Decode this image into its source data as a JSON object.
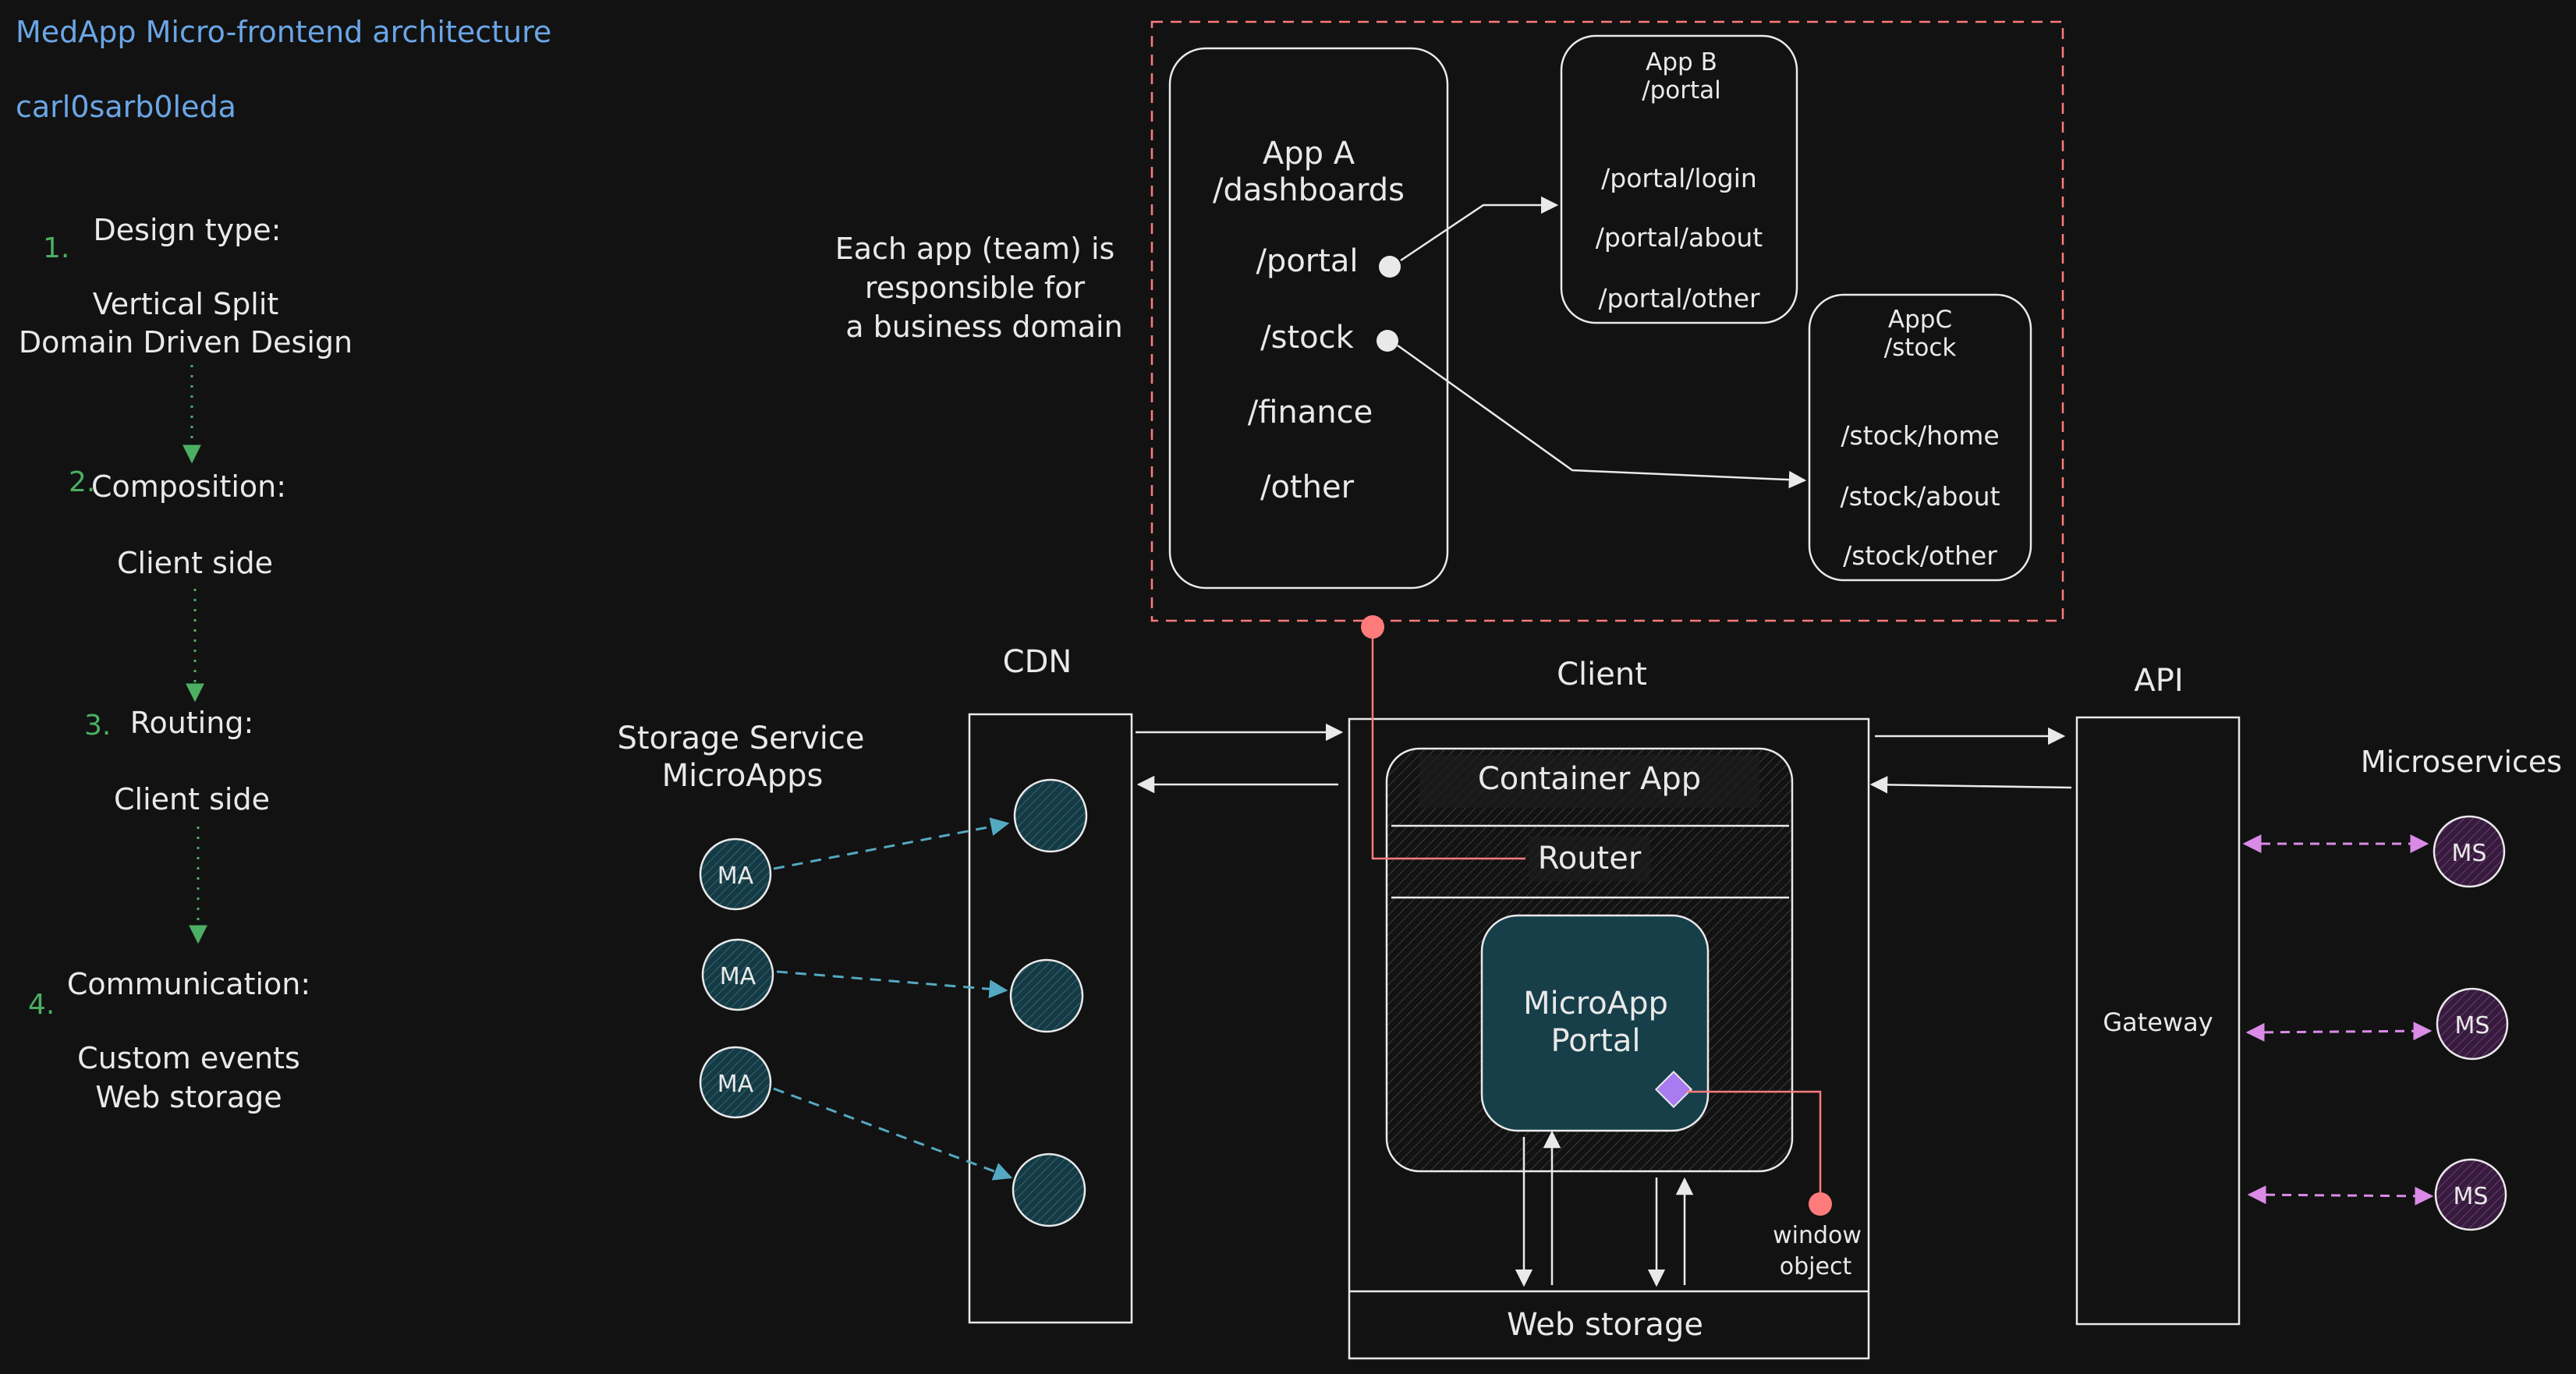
{
  "header": {
    "title": "MedApp Micro-frontend architecture",
    "author": "carl0sarb0leda"
  },
  "steps": [
    {
      "number": "1.",
      "title": "Design type:",
      "lines": [
        "Vertical Split",
        "Domain Driven Design"
      ]
    },
    {
      "number": "2.",
      "title": "Composition:",
      "lines": [
        "Client side"
      ]
    },
    {
      "number": "3.",
      "title": "Routing:",
      "lines": [
        "Client side"
      ]
    },
    {
      "number": "4.",
      "title": "Communication:",
      "lines": [
        "Custom events",
        "Web storage"
      ]
    }
  ],
  "domains": {
    "note": [
      "Each app (team) is",
      "responsible for",
      "a business domain"
    ],
    "app_a": {
      "title": [
        "App A",
        "/dashboards"
      ],
      "routes": [
        "/portal",
        "/stock",
        "/finance",
        "/other"
      ]
    },
    "app_b": {
      "title": [
        "App B",
        "/portal"
      ],
      "routes": [
        "/portal/login",
        "/portal/about",
        "/portal/other"
      ]
    },
    "app_c": {
      "title": [
        "AppC",
        "/stock"
      ],
      "routes": [
        "/stock/home",
        "/stock/about",
        "/stock/other"
      ]
    }
  },
  "storage": {
    "label": [
      "Storage Service",
      "MicroApps"
    ],
    "node_label": "MA"
  },
  "cdn": {
    "label": "CDN"
  },
  "client": {
    "label": "Client",
    "container_label": "Container App",
    "router_label": "Router",
    "microapp_label": [
      "MicroApp",
      "Portal"
    ],
    "window_label": [
      "window",
      "object"
    ],
    "web_storage_label": "Web storage"
  },
  "api": {
    "label": "API",
    "gateway_label": "Gateway"
  },
  "microservices": {
    "label": "Microservices",
    "node_label": "MS"
  },
  "colors": {
    "background": "#121212",
    "title_blue": "#6aa6e6",
    "step_green": "#4caf63",
    "line_white": "#e9e9e9",
    "dashed_red": "#ff7b7b",
    "teal_fill": "#173f4a",
    "teal_arrow": "#54a9c2",
    "purple_fill": "#3d1f44",
    "purple_arrow": "#d98be6",
    "diamond": "#a87bf0"
  }
}
